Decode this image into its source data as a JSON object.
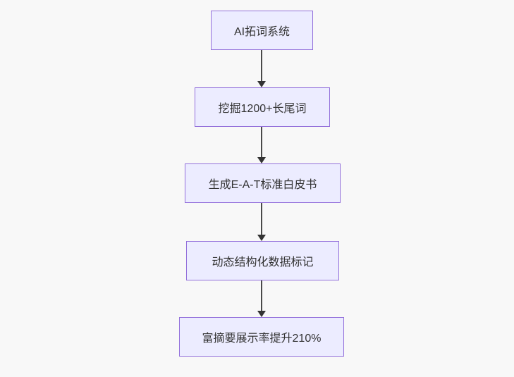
{
  "flowchart": {
    "type": "flowchart",
    "direction": "top-down",
    "nodes": [
      {
        "id": "A",
        "label": "AI拓词系统"
      },
      {
        "id": "B",
        "label": "挖掘1200+长尾词"
      },
      {
        "id": "C",
        "label": "生成E-A-T标准白皮书"
      },
      {
        "id": "D",
        "label": "动态结构化数据标记"
      },
      {
        "id": "E",
        "label": "富摘要展示率提升210%"
      }
    ],
    "edges": [
      {
        "from": "A",
        "to": "B"
      },
      {
        "from": "B",
        "to": "C"
      },
      {
        "from": "C",
        "to": "D"
      },
      {
        "from": "D",
        "to": "E"
      }
    ],
    "colors": {
      "node_fill": "#ececff",
      "node_border": "#9370db",
      "arrow": "#333333",
      "text": "#333333",
      "background": "#f8f8f8"
    }
  }
}
